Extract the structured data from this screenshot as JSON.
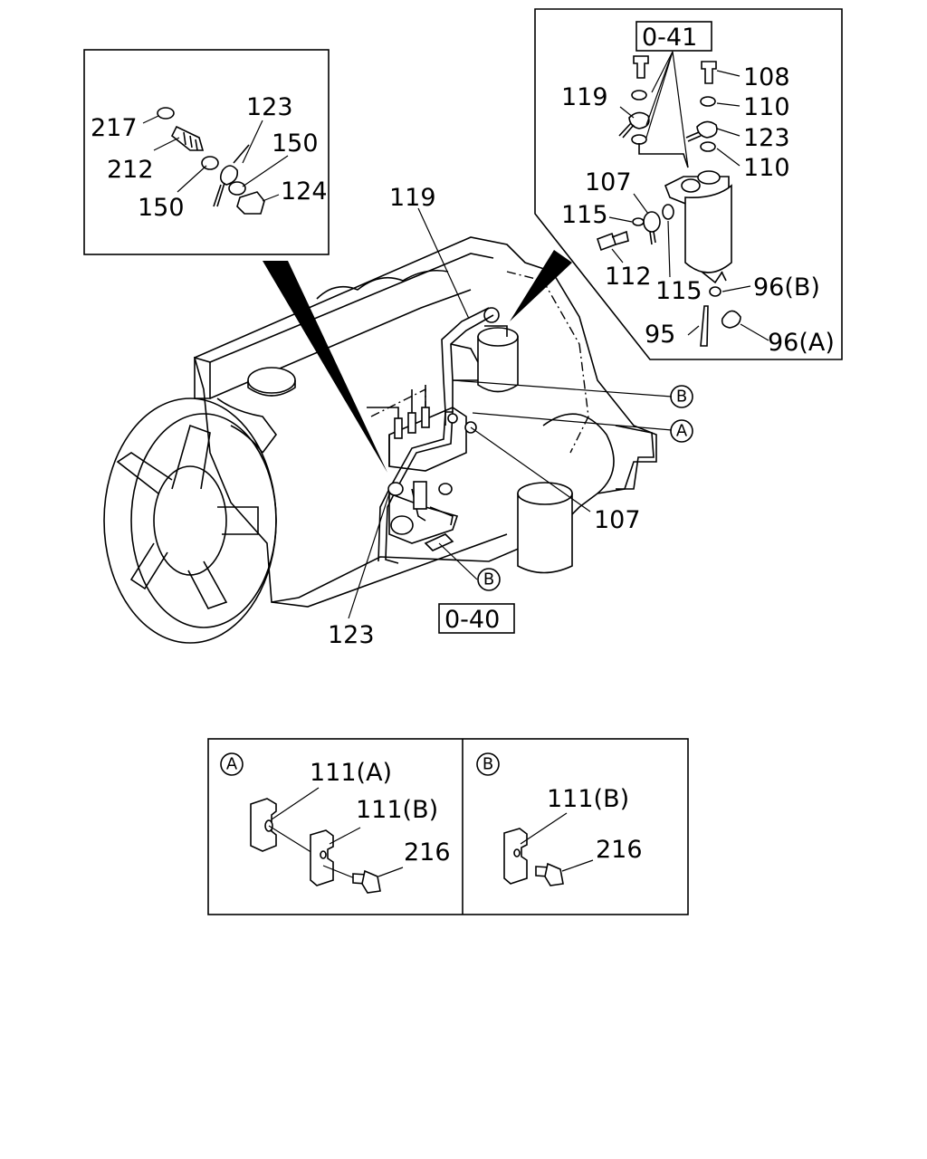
{
  "diagram": {
    "callouts": {
      "c217": "217",
      "c212": "212",
      "c150a": "150",
      "c123_inset": "123",
      "c150b": "150",
      "c124": "124",
      "c119_main": "119",
      "c123_main": "123",
      "c107_main": "107",
      "ref_041": "0-41",
      "c108": "108",
      "c110a": "110",
      "c119_inset": "119",
      "c123_filter": "123",
      "c110b": "110",
      "c107_inset": "107",
      "c115a": "115",
      "c112": "112",
      "c115b": "115",
      "c96b": "96(B)",
      "c95": "95",
      "c96a": "96(A)",
      "ref_040": "0-40"
    },
    "markers": {
      "a": "A",
      "b": "B"
    },
    "detail_a": {
      "marker": "A",
      "l111a": "111(A)",
      "l111b": "111(B)",
      "l216": "216"
    },
    "detail_b": {
      "marker": "B",
      "l111b": "111(B)",
      "l216": "216"
    }
  }
}
